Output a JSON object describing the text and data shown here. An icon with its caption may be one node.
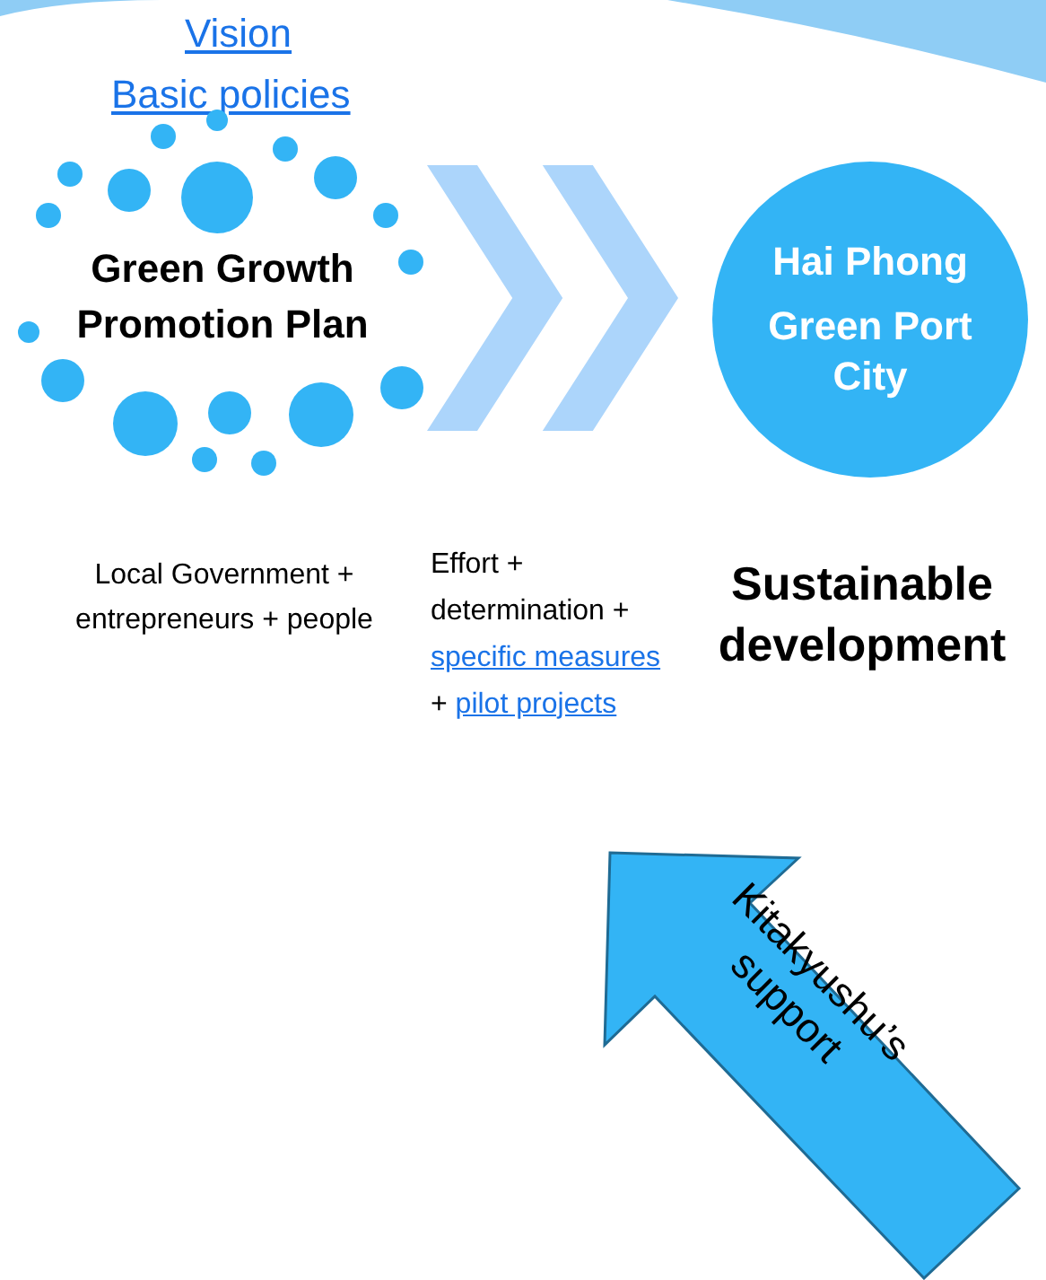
{
  "diagram": {
    "nodes": [
      {
        "text": [
          "Green Growth Promotion Plan"
        ]
      },
      {
        "text": [
          "Hai Phong",
          "Green Port City"
        ]
      },
      {
        "text": [
          "Kitakyushu’s support"
        ]
      }
    ],
    "edges": [
      {
        "from": 0,
        "to": 1,
        "arrow": "to"
      }
    ],
    "labels": [
      "Vision",
      "Basic policies",
      "Local Government + entrepreneurs + people",
      "Effort + determination +",
      "specific measures",
      "+",
      "pilot projects",
      "Sustainable development"
    ]
  }
}
